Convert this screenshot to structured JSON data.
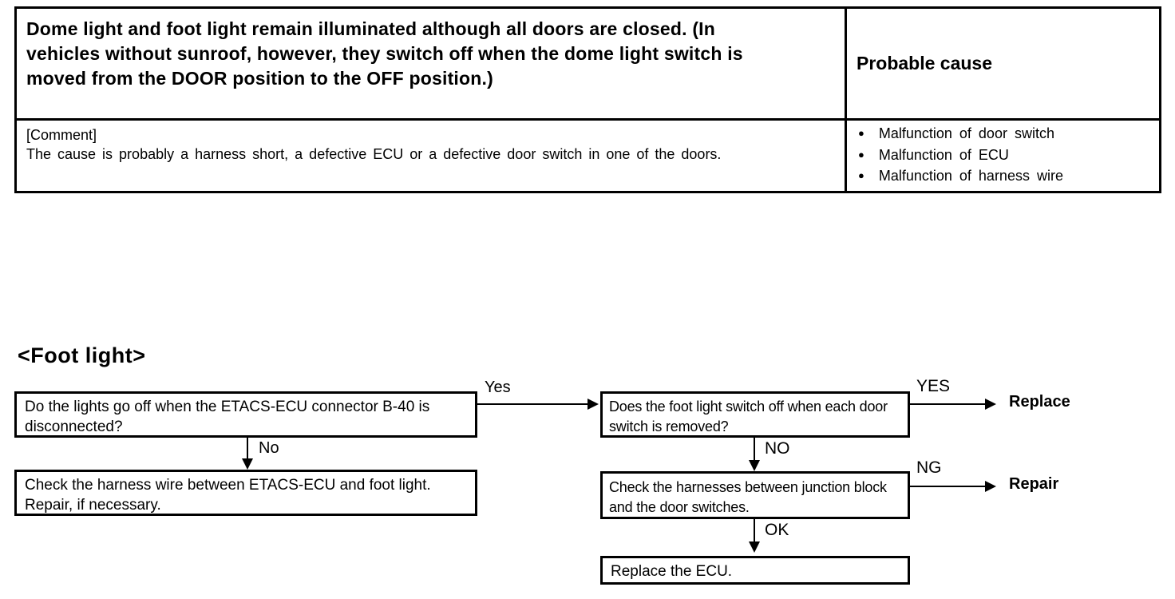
{
  "table": {
    "problem": "Dome light and foot light remain illuminated although all doors are closed.  (In vehicles without sunroof, however, they switch off when the dome light switch is moved from the DOOR position to the OFF position.)",
    "probable_cause_header": "Probable cause",
    "comment_label": "[Comment]",
    "comment_text": "The cause is probably a harness short, a defective ECU or a defective door switch in one of the doors.",
    "causes": [
      "Malfunction of door switch",
      "Malfunction of ECU",
      "Malfunction of harness wire"
    ]
  },
  "icons": {
    "bullet": "●"
  },
  "flowchart": {
    "title": "<Foot light>",
    "boxes": {
      "q1": "Do the lights go off when the ETACS-ECU connector B-40 is  disconnected?",
      "a1": "Check the harness wire between ETACS-ECU and foot light. Repair, if necessary.",
      "q2": "Does the foot light switch off when each door switch is removed?",
      "a2": "Check the harnesses between junction block and the door switches.",
      "a3": "Replace the ECU."
    },
    "labels": {
      "yes": "Yes",
      "no": "No",
      "yes_caps": "YES",
      "no_caps": "NO",
      "ng": "NG",
      "ok": "OK"
    },
    "results": {
      "replace": "Replace",
      "repair": "Repair"
    }
  }
}
